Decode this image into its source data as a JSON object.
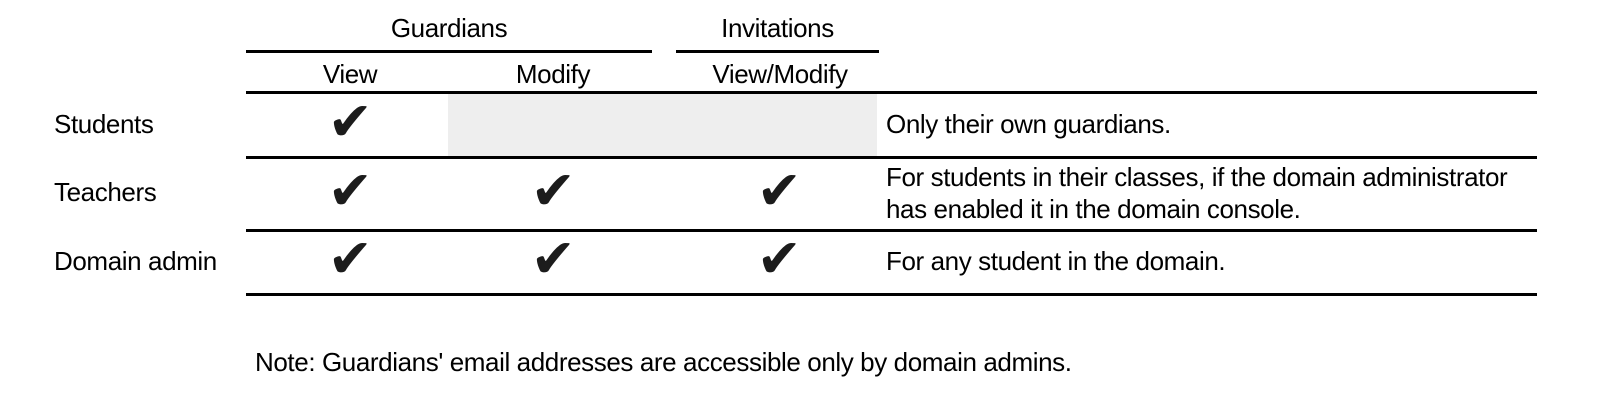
{
  "colors": {
    "background": "#ffffff",
    "text": "#000000",
    "rule": "#000000",
    "shaded_cell": "#eeeeee",
    "check": "#1c1c1c"
  },
  "icons": {
    "check": "✔"
  },
  "table": {
    "groups": [
      {
        "label": "Guardians"
      },
      {
        "label": "Invitations"
      }
    ],
    "columns": [
      {
        "label": "View"
      },
      {
        "label": "Modify"
      },
      {
        "label": "View/Modify"
      }
    ],
    "rows": [
      {
        "role": "Students",
        "checks": {
          "view": true,
          "modify": false,
          "view_modify": false
        },
        "shaded_cells": true,
        "description": "Only their own guardians."
      },
      {
        "role": "Teachers",
        "checks": {
          "view": true,
          "modify": true,
          "view_modify": true
        },
        "shaded_cells": false,
        "description": "For students in their classes, if the domain administrator\nhas enabled it in the domain console."
      },
      {
        "role": "Domain admin",
        "checks": {
          "view": true,
          "modify": true,
          "view_modify": true
        },
        "shaded_cells": false,
        "description": "For any student in the domain."
      }
    ]
  },
  "note": "Note: Guardians' email addresses are accessible only by domain admins."
}
